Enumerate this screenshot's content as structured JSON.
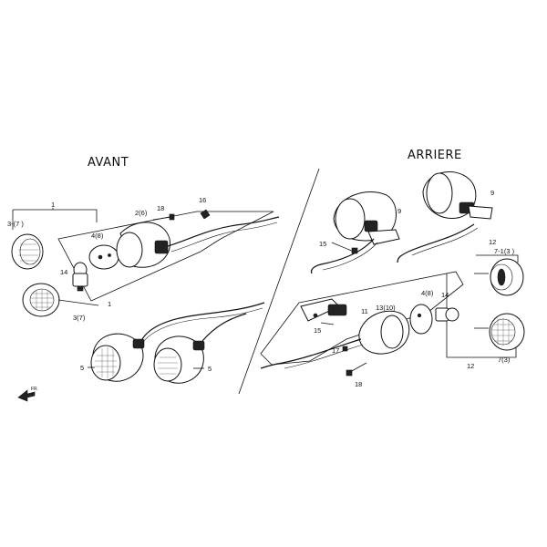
{
  "headings": {
    "front": "AVANT",
    "rear": "ARRIERE"
  },
  "front_callouts": {
    "c1a": "1",
    "c1b": "1",
    "c3a": "3-(7 )",
    "c3b": "3(7)",
    "c2": "2(6)",
    "c4": "4(8)",
    "c14": "14",
    "c18": "18",
    "c16": "16",
    "c5a": "5",
    "c5b": "5"
  },
  "rear_callouts": {
    "c9a": "9",
    "c9b": "9",
    "c15a": "15",
    "c15b": "15",
    "c12a": "12",
    "c12b": "12",
    "c7a": "7-1(3 )",
    "c7b": "7(3)",
    "c11": "11",
    "c13": "13(10)",
    "c4": "4(8)",
    "c14": "14",
    "c17": "17",
    "c18": "18"
  },
  "corner_mark": "FR."
}
